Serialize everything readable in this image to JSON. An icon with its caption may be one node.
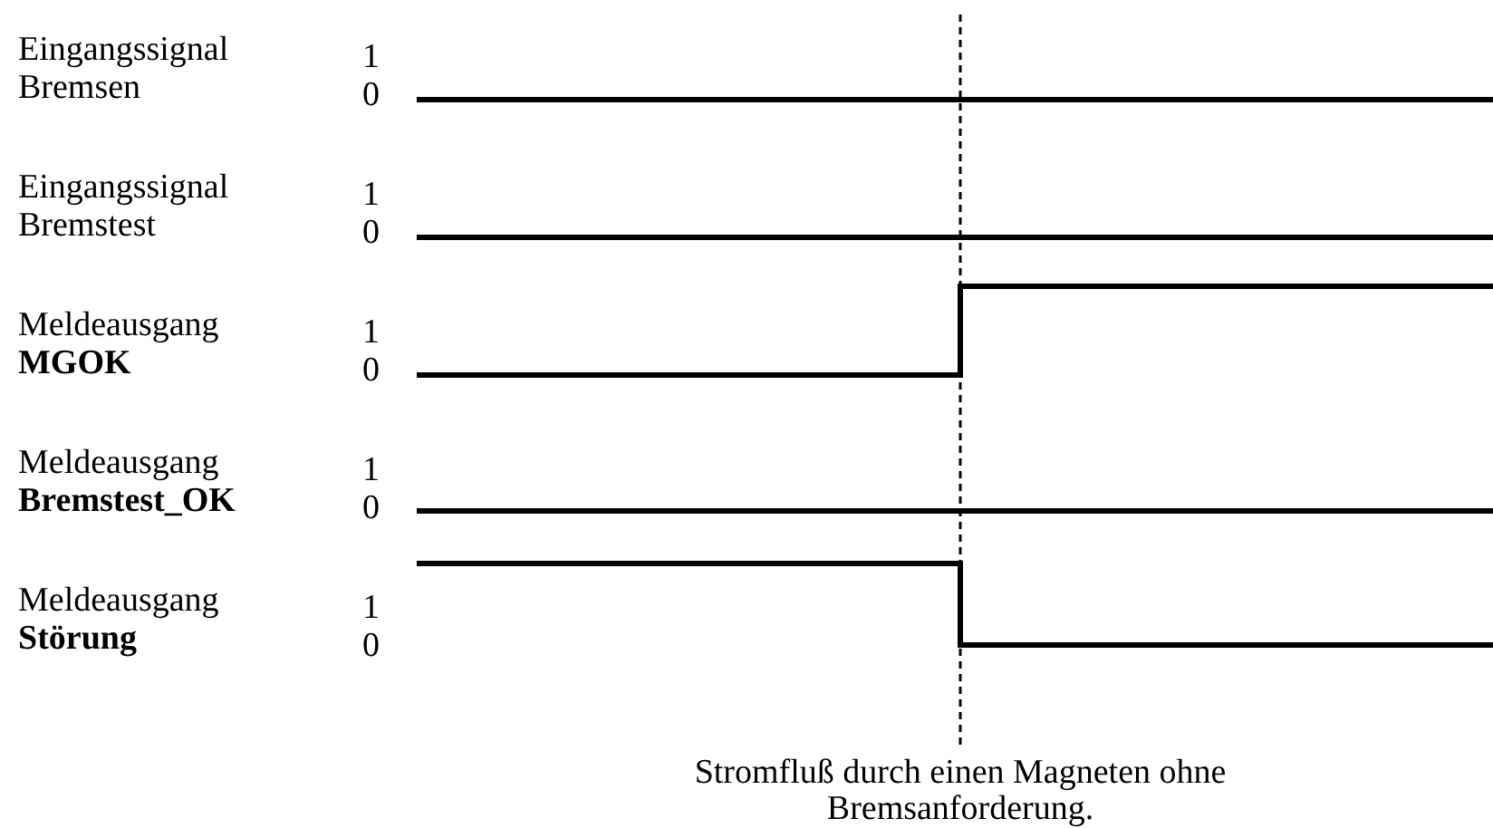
{
  "diagram": {
    "caption": "Stromfluß durch einen Magneten ohne Bremsanforderung.",
    "labels": [
      "Eingangssignal Bremsen",
      "1",
      "0",
      "Eingangssignal Bremstest",
      "1",
      "0",
      "Meldeausgang **MGOK**",
      "1",
      "0",
      "Meldeausgang **Bremstest_OK**",
      "1",
      "0",
      "Meldeausgang **Störung**",
      "1",
      "0"
    ]
  }
}
